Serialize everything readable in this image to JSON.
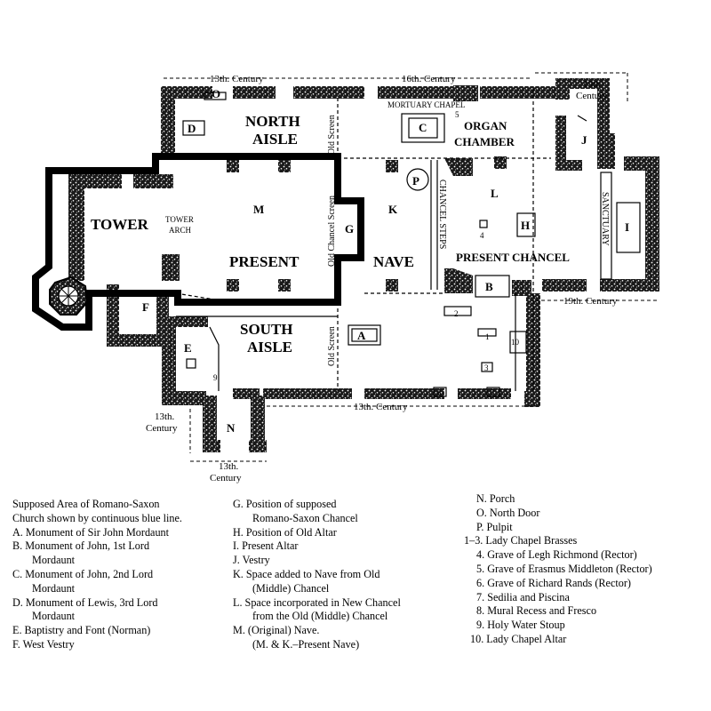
{
  "plan": {
    "labels": {
      "tower": "TOWER",
      "tower_arch": [
        "TOWER",
        "ARCH"
      ],
      "north_aisle": [
        "NORTH",
        "AISLE"
      ],
      "south_aisle": [
        "SOUTH",
        "AISLE"
      ],
      "present": "PRESENT",
      "nave": "NAVE",
      "present_chancel": "PRESENT CHANCEL",
      "organ_chamber": [
        "ORGAN",
        "CHAMBER"
      ],
      "mortuary_chapel": "MORTUARY CHAPEL",
      "sanctuary": "SANCTUARY",
      "chancel_steps": "CHANCEL STEPS",
      "old_screen": "Old Screen",
      "old_chancel_screen": "Old Chancel Screen"
    },
    "centuries": {
      "c13_top": "13th. Century",
      "c16_top": "16th. Century",
      "c19_top": [
        "19th",
        "Century"
      ],
      "c19_right": "19th. Century",
      "c13_bottom": "13th. Century",
      "c13_left": [
        "13th.",
        "Century"
      ],
      "c13_porch": [
        "13th.",
        "Century"
      ]
    },
    "letters": {
      "A": "A",
      "B": "B",
      "C": "C",
      "D": "D",
      "E": "E",
      "F": "F",
      "G": "G",
      "H": "H",
      "I": "I",
      "J": "J",
      "K": "K",
      "L": "L",
      "M": "M",
      "N": "N",
      "O": "O",
      "P": "P"
    },
    "numbers": {
      "n1": "1",
      "n2": "2",
      "n3": "3",
      "n4": "4",
      "n5": "5",
      "n7": "7",
      "n8": "8",
      "n9": "9",
      "n10": "10"
    }
  },
  "legend": {
    "col1": [
      "Supposed Area of Romano-Saxon",
      "Church shown by continuous blue line.",
      "A.  Monument of Sir John Mordaunt",
      "B.  Monument of John, 1st Lord",
      "Mordaunt",
      "C.  Monument of John, 2nd Lord",
      "Mordaunt",
      "D.  Monument of Lewis, 3rd Lord",
      "Mordaunt",
      "E.  Baptistry and Font (Norman)",
      "F.  West Vestry"
    ],
    "col2": [
      "G.  Position of supposed",
      "Romano-Saxon Chancel",
      "H.  Position of Old Altar",
      "I.   Present Altar",
      "J.   Vestry",
      "K.  Space added to Nave from Old",
      "(Middle) Chancel",
      "L.   Space incorporated in New Chancel",
      "from the Old (Middle) Chancel",
      "M.  (Original)  Nave.",
      "(M.  &  K.–Present Nave)"
    ],
    "col3": [
      "N.   Porch",
      "O.   North Door",
      "P.   Pulpit",
      "1–3.  Lady Chapel Brasses",
      "4.  Grave of Legh Richmond (Rector)",
      "5.  Grave of Erasmus Middleton (Rector)",
      "6.  Grave of Richard Rands (Rector)",
      "7.  Sedilia and Piscina",
      "8.  Mural Recess and Fresco",
      "9.  Holy Water Stoup",
      "10.  Lady Chapel Altar"
    ]
  }
}
